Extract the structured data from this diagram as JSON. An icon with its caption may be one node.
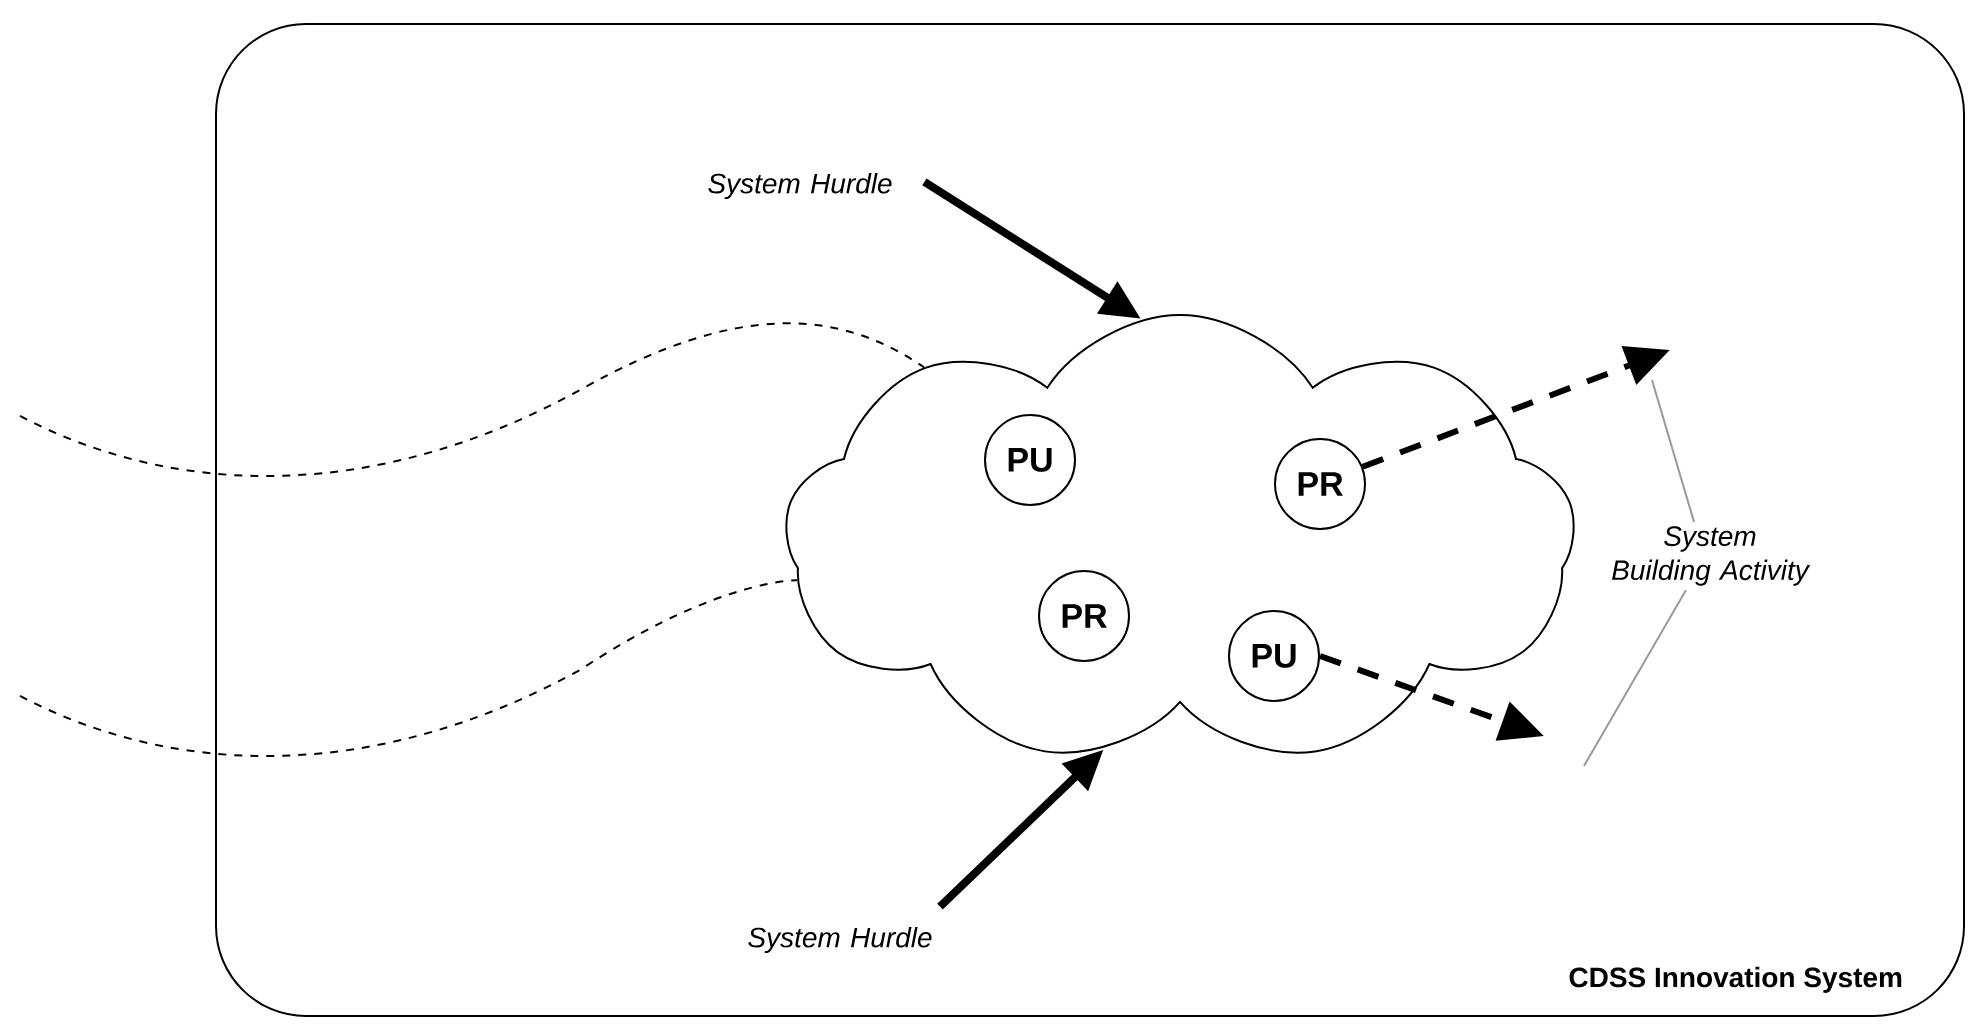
{
  "diagram": {
    "nodes": [
      {
        "text": [
          "CDSS Innovation System"
        ]
      },
      {
        "text": [],
        "shape": "cloud",
        "in": 0
      },
      {
        "text": [
          "PU"
        ],
        "in": 1
      },
      {
        "text": [
          "PR"
        ],
        "in": 1
      },
      {
        "text": [
          "PR"
        ],
        "in": 1
      },
      {
        "text": [
          "PU"
        ],
        "in": 1
      },
      {
        "text": [
          "System Hurdle"
        ],
        "in": 0
      },
      {
        "text": [
          "System Hurdle"
        ],
        "in": 0
      },
      {
        "text": [
          "System Building Activity"
        ],
        "in": 0
      }
    ],
    "edges": [
      {
        "from": 6,
        "to": 1,
        "arrow": "to",
        "style": "thick"
      },
      {
        "from": 7,
        "to": 1,
        "arrow": "to",
        "style": "thick"
      },
      {
        "from": 3,
        "to": null,
        "arrow": "to",
        "style": "dashed"
      },
      {
        "from": 5,
        "to": null,
        "arrow": "to",
        "style": "dashed"
      },
      {
        "from": 8,
        "to": null,
        "arrow": "none",
        "color": "#999999"
      },
      {
        "from": 8,
        "to": null,
        "arrow": "none",
        "color": "#999999"
      },
      {
        "from": null,
        "to": 1,
        "arrow": "none",
        "style": "dashed"
      },
      {
        "from": null,
        "to": 1,
        "arrow": "none",
        "style": "dashed"
      }
    ]
  }
}
